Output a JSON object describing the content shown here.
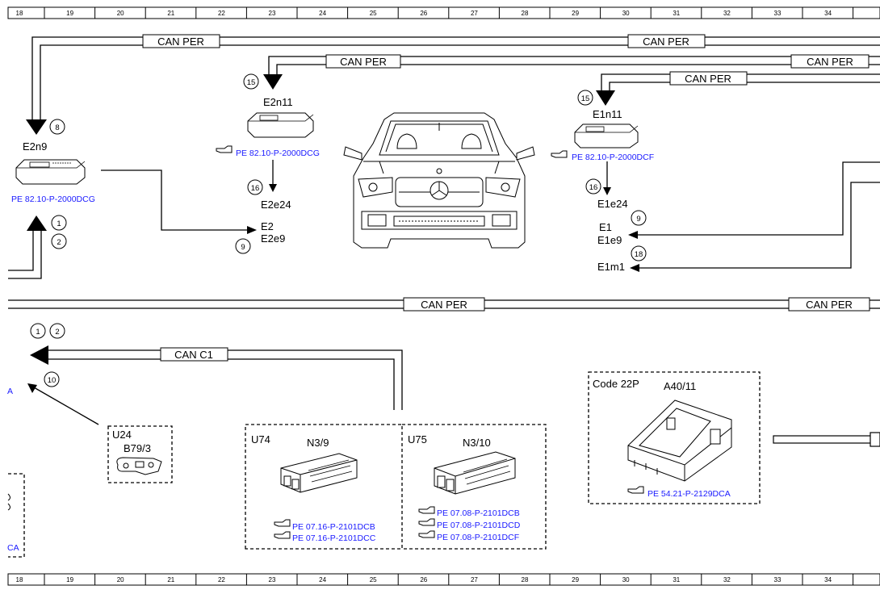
{
  "ruler": {
    "columns": [
      "18",
      "19",
      "20",
      "21",
      "22",
      "23",
      "24",
      "25",
      "26",
      "27",
      "28",
      "29",
      "30",
      "31",
      "32",
      "33",
      "34"
    ]
  },
  "buses": {
    "can_per": "CAN PER",
    "can_c1": "CAN C1"
  },
  "components": {
    "e2n9": "E2n9",
    "e2n11": "E2n11",
    "e1n11": "E1n11",
    "e2e24": "E2e24",
    "e2": "E2",
    "e2e9": "E2e9",
    "e1e24": "E1e24",
    "e1": "E1",
    "e1e9": "E1e9",
    "e1m1": "E1m1",
    "u24": "U24",
    "b79_3": "B79/3",
    "u74": "U74",
    "n3_9": "N3/9",
    "u75": "U75",
    "n3_10": "N3/10",
    "code_22p": "Code 22P",
    "a40_11": "A40/11"
  },
  "references": {
    "e2n9_ref": "PE 82.10-P-2000DCG",
    "e2n11_ref": "PE 82.10-P-2000DCG",
    "e1n11_ref": "PE 82.10-P-2000DCF",
    "n3_9_ref1": "PE 07.16-P-2101DCB",
    "n3_9_ref2": "PE 07.16-P-2101DCC",
    "n3_10_ref1": "PE 07.08-P-2101DCB",
    "n3_10_ref2": "PE 07.08-P-2101DCD",
    "n3_10_ref3": "PE 07.08-P-2101DCF",
    "a40_11_ref": "PE 54.21-P-2129DCA",
    "left_cut_a": "A",
    "left_cut_ca": "CA"
  },
  "markers": {
    "m8": "8",
    "m1": "1",
    "m2": "2",
    "m15a": "15",
    "m16a": "16",
    "m9a": "9",
    "m15b": "15",
    "m16b": "16",
    "m9b": "9",
    "m18": "18",
    "m1b": "1",
    "m2b": "2",
    "m10": "10"
  },
  "colors": {
    "reference_link": "#1a1aff",
    "line": "#000000"
  }
}
